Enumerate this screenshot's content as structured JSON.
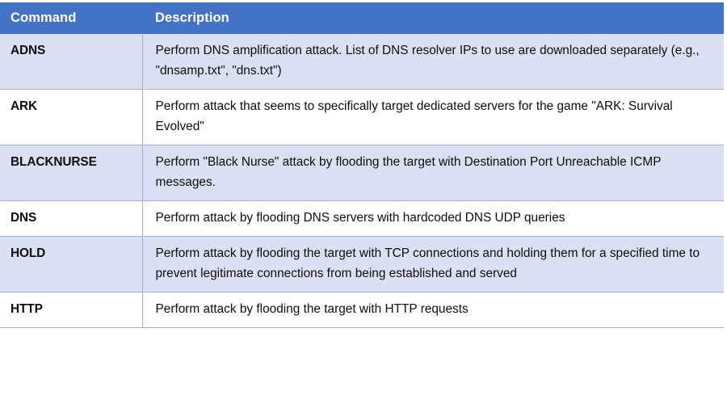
{
  "table": {
    "columns": [
      {
        "key": "command",
        "label": "Command"
      },
      {
        "key": "description",
        "label": "Description"
      }
    ],
    "header_background": "#4472C4",
    "header_text_color": "#FFFFFF",
    "row_tint_background": "#D9E1F2",
    "row_plain_background": "#FFFFFF",
    "border_color": "#9BB2DD",
    "rows": [
      {
        "command": "ADNS",
        "description": "Perform DNS amplification attack. List of DNS resolver IPs to use are downloaded separately (e.g., \"dnsamp.txt\", \"dns.txt\")",
        "shading": "tint"
      },
      {
        "command": "ARK",
        "description": "Perform attack that seems to specifically target dedicated servers for the game \"ARK: Survival Evolved\"",
        "shading": "plain"
      },
      {
        "command": "BLACKNURSE",
        "description": "Perform \"Black Nurse\" attack by flooding the target with Destination Port Unreachable ICMP messages.",
        "shading": "tint"
      },
      {
        "command": "DNS",
        "description": "Perform attack by flooding DNS servers with hardcoded DNS UDP queries",
        "shading": "plain"
      },
      {
        "command": "HOLD",
        "description": "Perform attack by flooding the target with TCP connections and holding them for a specified time to prevent legitimate connections from being established and served",
        "shading": "tint"
      },
      {
        "command": "HTTP",
        "description": "Perform attack by flooding the target with HTTP requests",
        "shading": "plain"
      }
    ]
  }
}
